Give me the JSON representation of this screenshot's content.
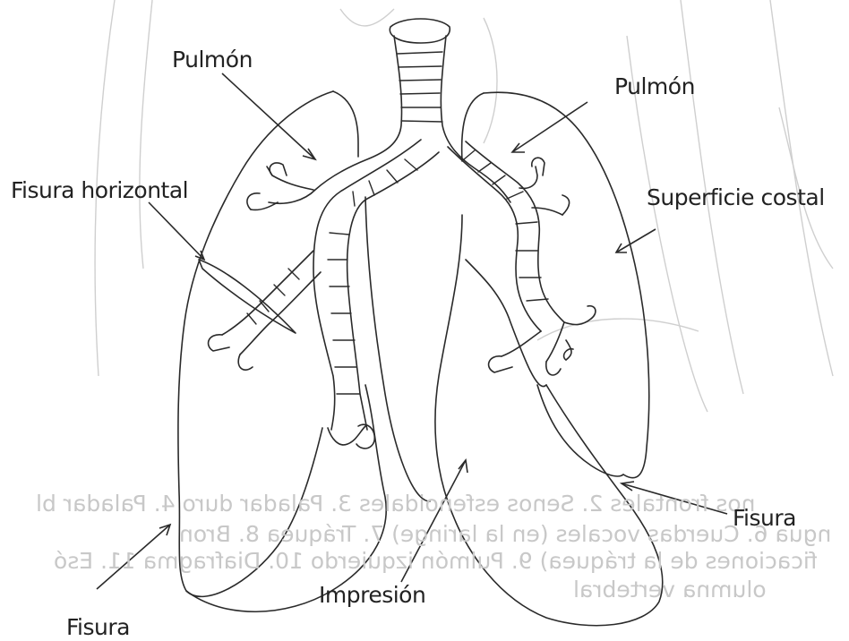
{
  "labels": {
    "pulmon_left": "Pulmón",
    "pulmon_right": "Pulmón",
    "fisura_horizontal": "Fisura horizontal",
    "superficie_costal": "Superficie costal",
    "fisura_right": "Fisura",
    "fisura_left": "Fisura",
    "impresion": "Impresión"
  },
  "bleed_through": {
    "line1": "nos frontales 2. Senos esfenoidales 3. Paladar duro 4. Paladar bl",
    "line2": "ngua 6. Cuerdas vocales (en la laringe) 7. Tráquea 8. Bron",
    "line3": "ficaciones de la tráquea) 9. Pulmón izquierdo 10. Diafragma 11. Esó",
    "line4": "olumna vertebral"
  },
  "colors": {
    "ink": "#2a2a2a",
    "bleed": "#c8c8c8",
    "paper": "#ffffff"
  }
}
